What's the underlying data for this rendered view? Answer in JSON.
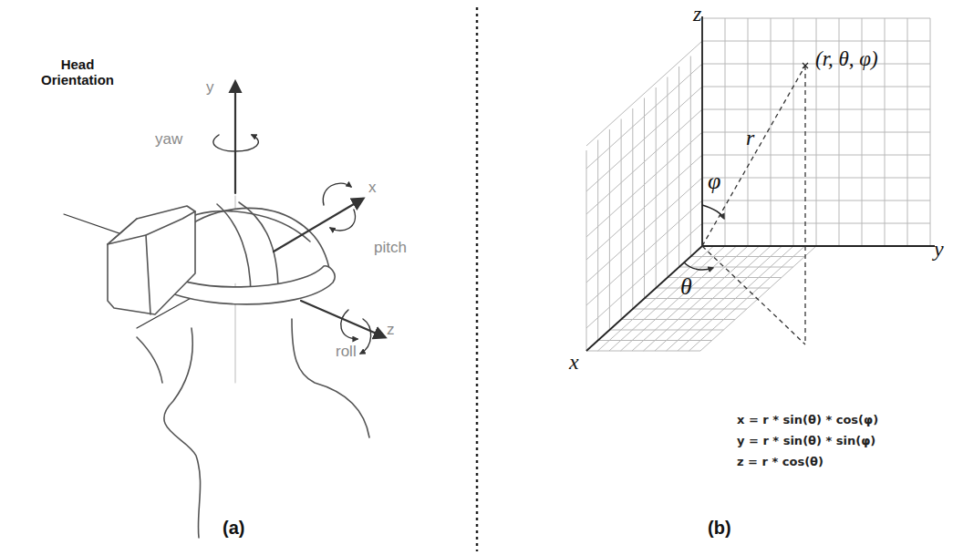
{
  "diagram": {
    "labels": [
      "Head Orientation",
      "y",
      "yaw",
      "x",
      "pitch",
      "z",
      "roll",
      "(a)",
      "z",
      "(r, θ, φ)",
      "r",
      "φ",
      "θ",
      "y",
      "x",
      "x = r * sin(θ) * cos(φ)",
      "y = r * sin(θ) * sin(φ)",
      "z = r * cos(θ)",
      "(b)"
    ]
  }
}
